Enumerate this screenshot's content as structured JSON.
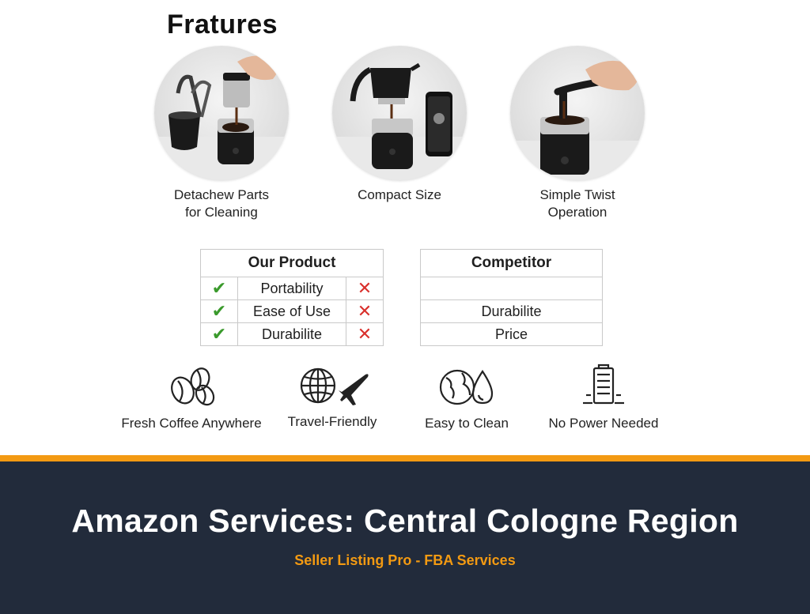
{
  "features_title": "Fratures",
  "features": [
    {
      "label_line1": "Detachew Parts",
      "label_line2": "for Cleaning",
      "image": "detachable-parts-photo"
    },
    {
      "label_line1": "Compact Size",
      "label_line2": "",
      "image": "compact-size-photo"
    },
    {
      "label_line1": "Simple Twist",
      "label_line2": "Operation",
      "image": "twist-operation-photo"
    }
  ],
  "comparison": {
    "our_product": {
      "header": "Our Product",
      "rows": [
        {
          "label": "Portability",
          "check": "✔",
          "cross": "✕"
        },
        {
          "label": "Ease of Use",
          "check": "✔",
          "cross": "✕"
        },
        {
          "label": "Durabilite",
          "check": "✔",
          "cross": "✕"
        }
      ]
    },
    "competitor": {
      "header": "Competitor",
      "rows": [
        "",
        "Durabilite",
        "Price"
      ]
    },
    "colors": {
      "check": "#3a9a2c",
      "cross": "#d9302c"
    }
  },
  "benefits": [
    {
      "label": "Fresh Coffee Anywhere",
      "icon": "coffee-beans-icon"
    },
    {
      "label": "Travel-Friendly",
      "icon": "globe-airplane-icon"
    },
    {
      "label": "Easy to Clean",
      "icon": "globe-droplet-icon"
    },
    {
      "label": "No Power Needed",
      "icon": "battery-icon"
    }
  ],
  "footer": {
    "headline": "Amazon Services: Central Cologne Region",
    "subline": "Seller Listing Pro - FBA Services",
    "colors": {
      "background": "#222b3b",
      "accent": "#f39a12",
      "headline": "#ffffff"
    }
  }
}
